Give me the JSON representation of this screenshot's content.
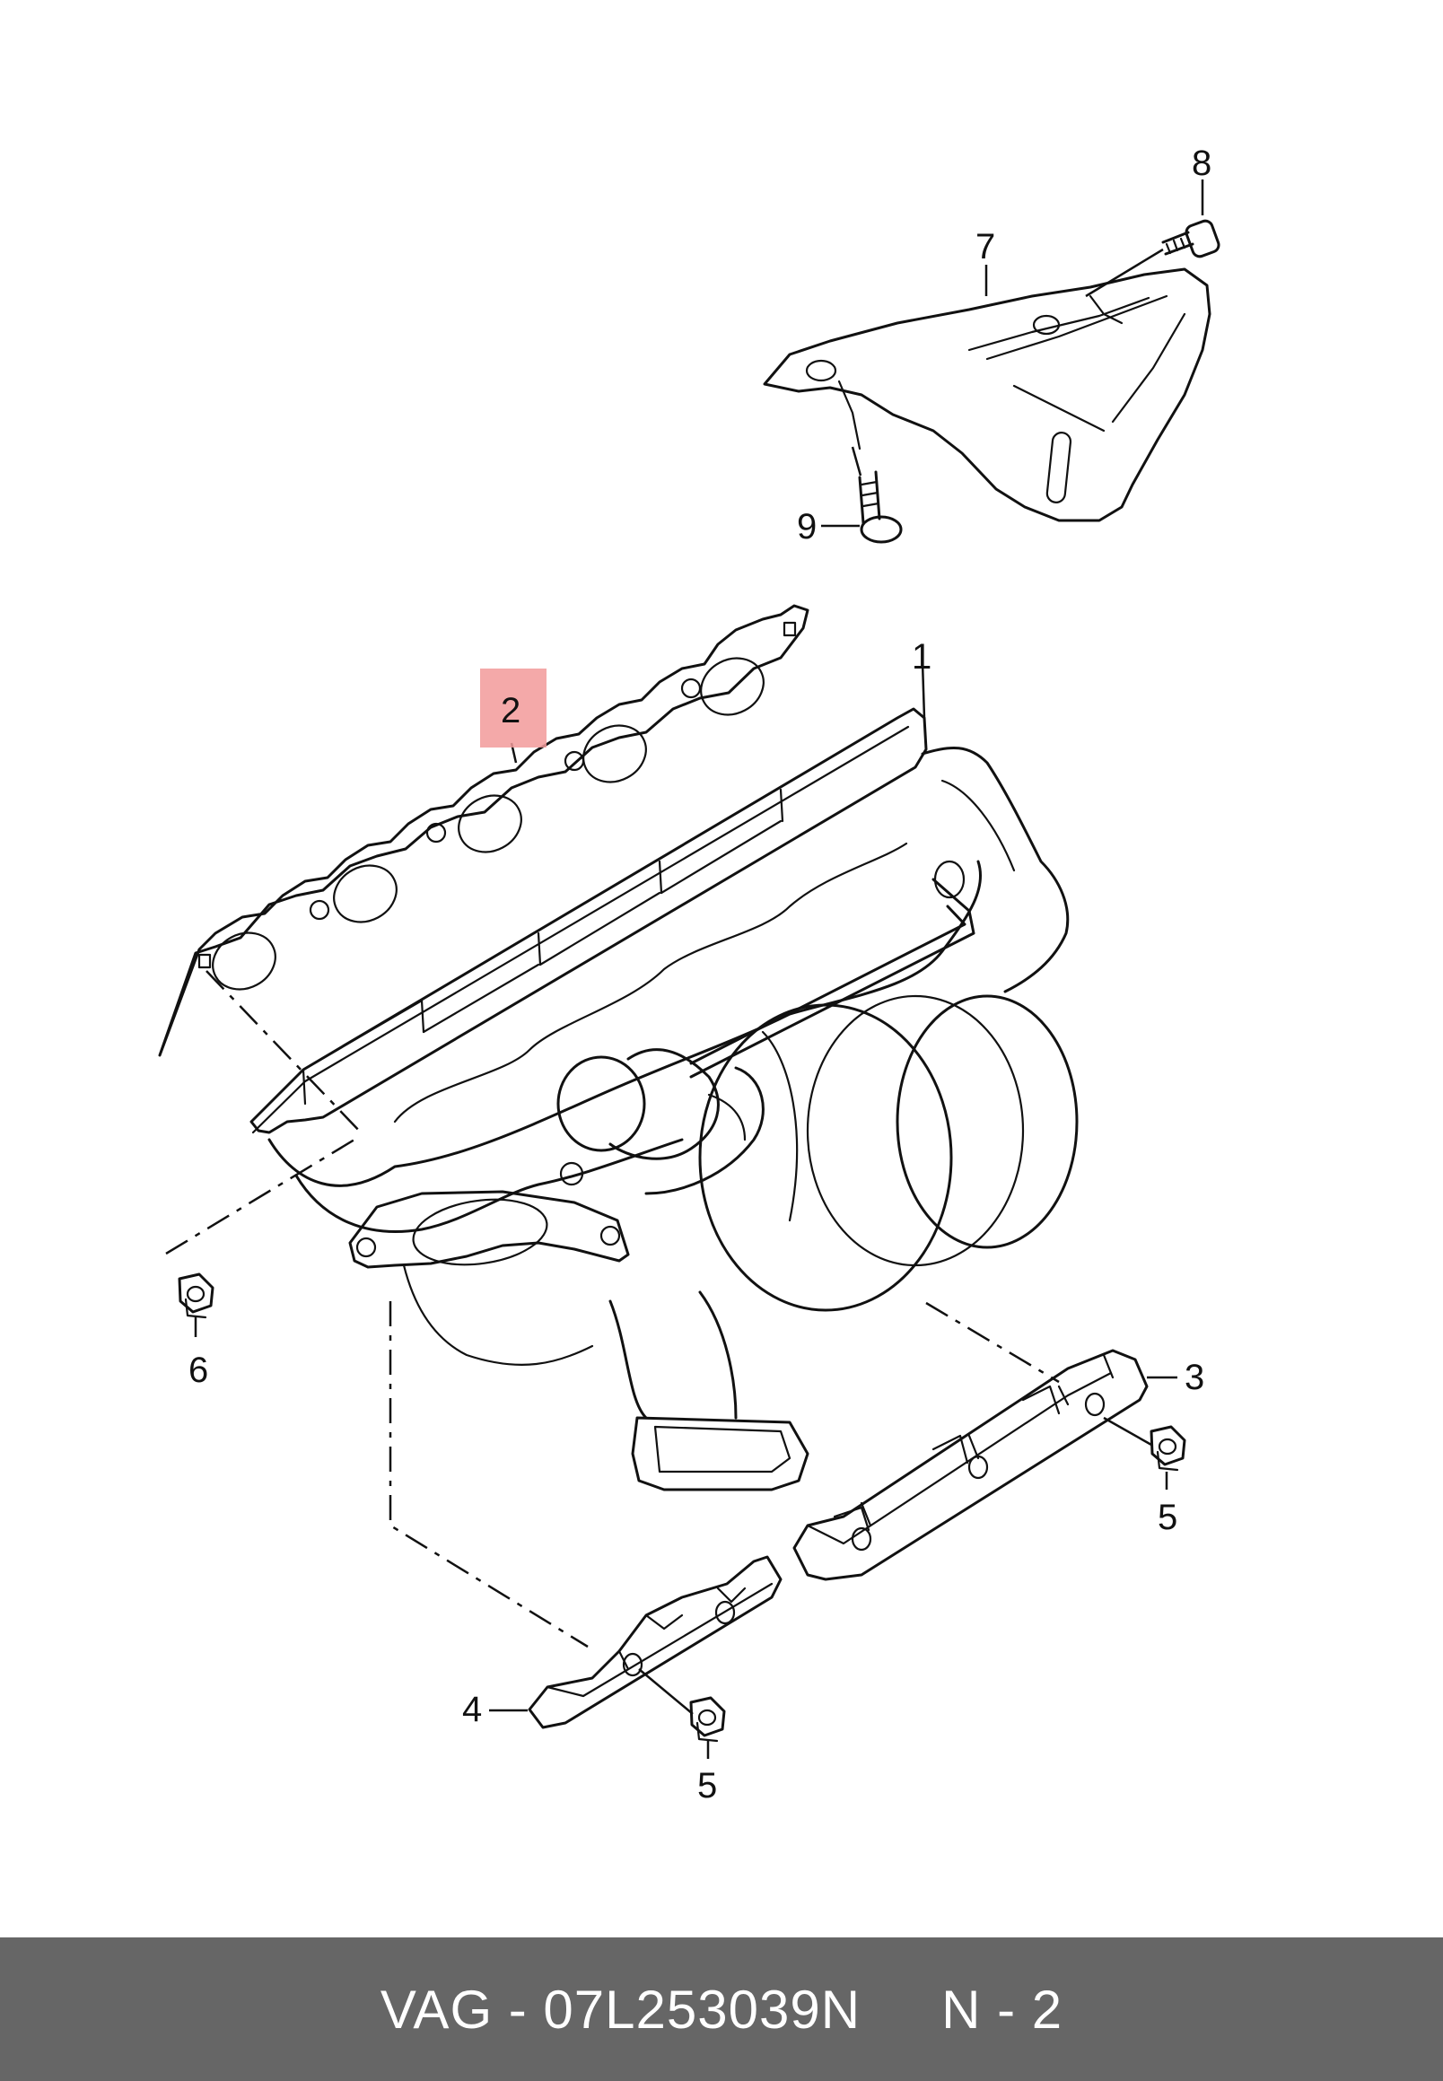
{
  "footer": {
    "part_number": "VAG - 07L253039N",
    "position": "N - 2"
  },
  "highlight_color": "#f29a9a",
  "footer_color": "#666666",
  "labels": {
    "l1": "1",
    "l2": "2",
    "l3": "3",
    "l4": "4",
    "l5a": "5",
    "l5b": "5",
    "l6": "6",
    "l7": "7",
    "l8": "8",
    "l9": "9"
  }
}
